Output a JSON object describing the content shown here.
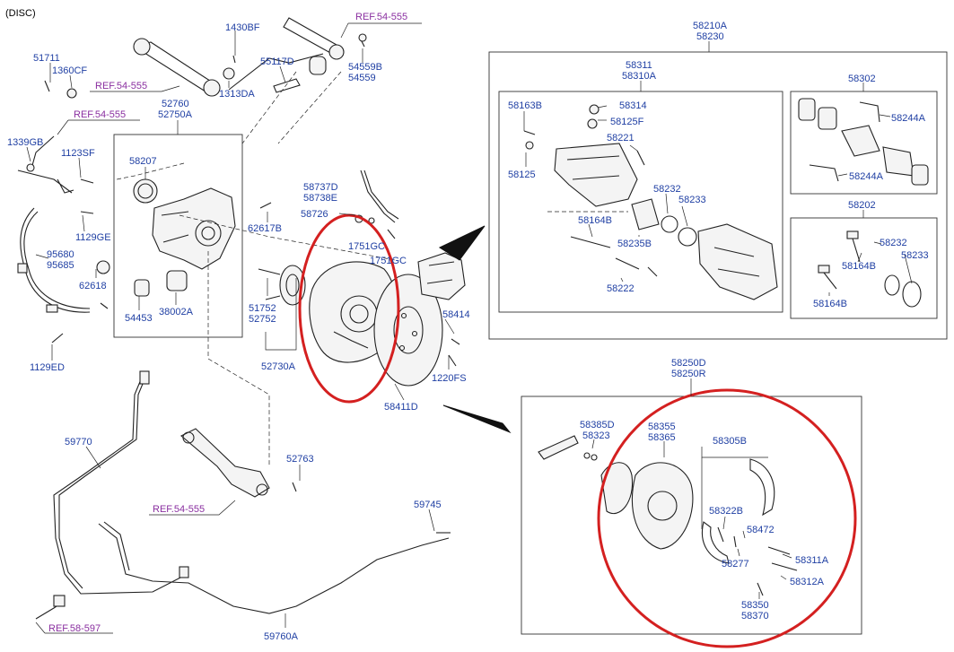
{
  "header": {
    "title": "(DISC)"
  },
  "colors": {
    "part_label": "#1f3fa3",
    "reference": "#8a2fa0",
    "highlight": "#d42020",
    "line": "#222222"
  },
  "refs": {
    "r1": "REF.54-555",
    "r2": "REF.54-555",
    "r3": "REF.54-555",
    "r4": "REF.54-555",
    "r5": "REF.58-597"
  },
  "labels": {
    "p1430BF": "1430BF",
    "p51711": "51711",
    "p1360CF": "1360CF",
    "p55117D": "55117D",
    "p54559B": "54559B",
    "p54559": "54559",
    "p1313DA": "1313DA",
    "p52760": "52760",
    "p52750A": "52750A",
    "p1339GB": "1339GB",
    "p1123SF": "1123SF",
    "p58207": "58207",
    "p1129GE": "1129GE",
    "p95680": "95680",
    "p95685": "95685",
    "p62618": "62618",
    "p54453": "54453",
    "p38002A": "38002A",
    "p1129ED": "1129ED",
    "p62617B": "62617B",
    "p58737D": "58737D",
    "p58738E": "58738E",
    "p58726": "58726",
    "p1751GC_a": "1751GC",
    "p1751GC_b": "1751GC",
    "p51752_a": "51752",
    "p52752": "52752",
    "p52730A": "52730A",
    "p58414": "58414",
    "p1220FS": "1220FS",
    "p58411D": "58411D",
    "p58210A": "58210A",
    "p58230": "58230",
    "p58311": "58311",
    "p58310A": "58310A",
    "p58163B": "58163B",
    "p58314": "58314",
    "p58125F": "58125F",
    "p58221": "58221",
    "p58125": "58125",
    "p58232_a": "58232",
    "p58233_a": "58233",
    "p58164B_a": "58164B",
    "p58235B": "58235B",
    "p58222": "58222",
    "p58302": "58302",
    "p58244A_a": "58244A",
    "p58244A_b": "58244A",
    "p58202": "58202",
    "p58232_b": "58232",
    "p58164B_b": "58164B",
    "p58233_b": "58233",
    "p58164B_c": "58164B",
    "p59770": "59770",
    "p52763": "52763",
    "p59745": "59745",
    "p59760A": "59760A",
    "p58250D": "58250D",
    "p58250R": "58250R",
    "p58385D": "58385D",
    "p58323": "58323",
    "p58355": "58355",
    "p58365": "58365",
    "p58305B": "58305B",
    "p58322B": "58322B",
    "p58472": "58472",
    "p58277": "58277",
    "p58311A": "58311A",
    "p58312A": "58312A",
    "p58350": "58350",
    "p58370": "58370"
  }
}
